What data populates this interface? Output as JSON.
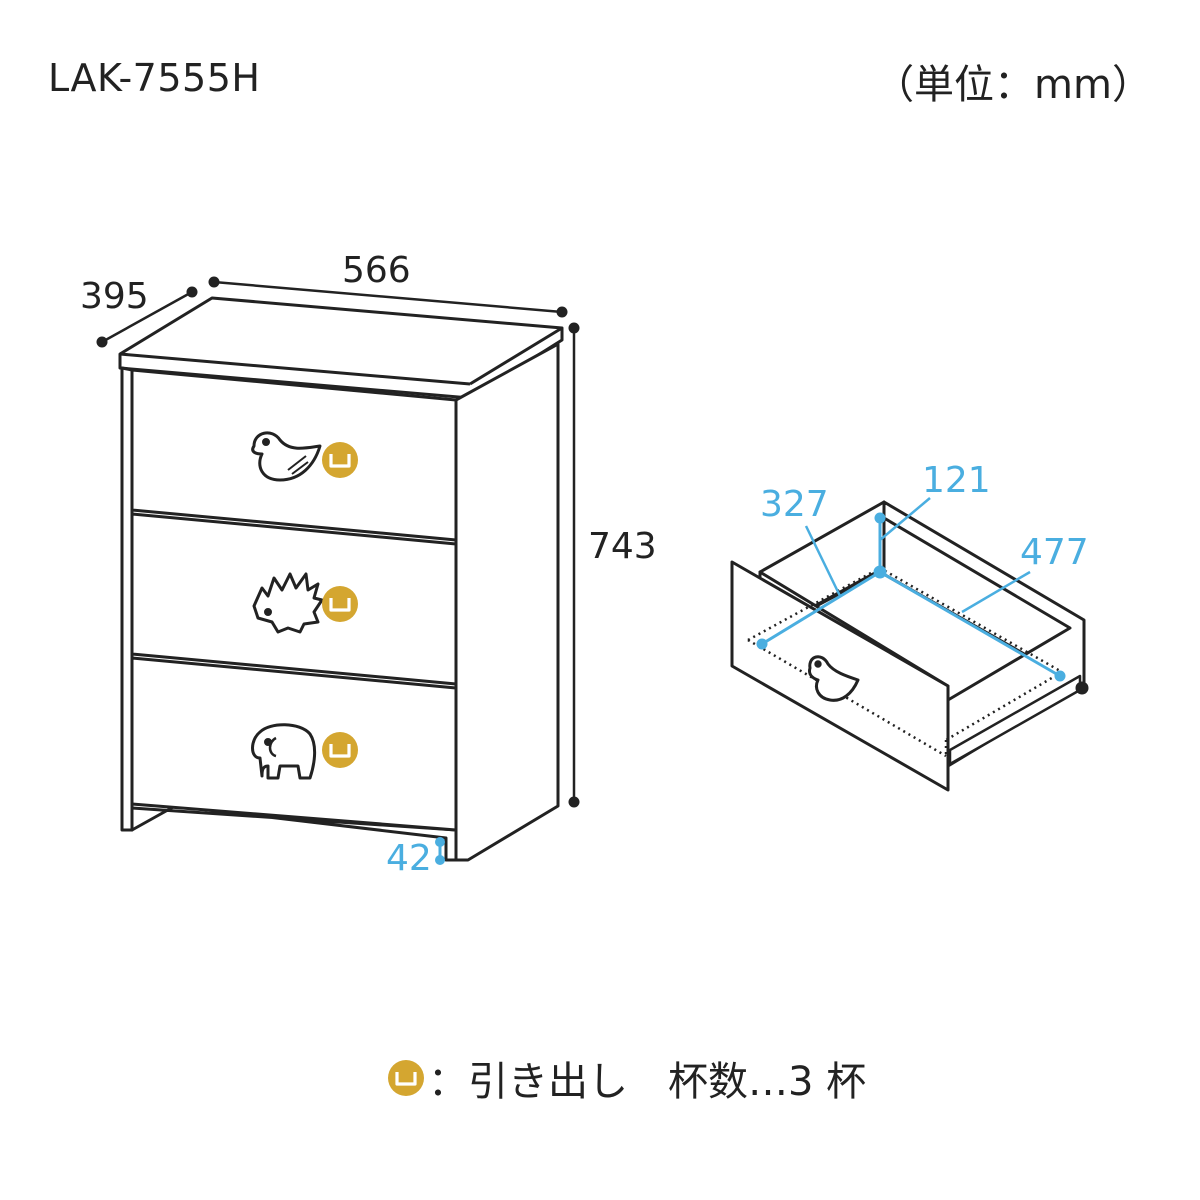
{
  "header": {
    "model": "LAK-7555H",
    "unit": "（単位：mm）"
  },
  "chest": {
    "depth": "395",
    "width": "566",
    "height": "743",
    "leg_gap": "42",
    "drawers": [
      {
        "knob": "bird-knob"
      },
      {
        "knob": "hedgehog-knob"
      },
      {
        "knob": "elephant-knob"
      }
    ]
  },
  "drawer_detail": {
    "inner_depth": "327",
    "inner_height": "121",
    "inner_width": "477"
  },
  "legend": {
    "icon": "drawer-marker-icon",
    "text": "：引き出し　杯数…3 杯"
  },
  "colors": {
    "line": "#222222",
    "dimension_blue": "#4aaee0",
    "marker_gold": "#d4a630"
  }
}
